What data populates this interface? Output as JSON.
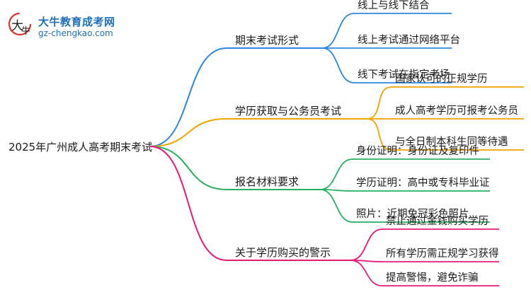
{
  "logo": {
    "title": "大牛教育成考网",
    "url": "gz-chengkao.com"
  },
  "root": "2025年广州成人高考期末考试",
  "branches": [
    {
      "label": "期末考试形式",
      "color": "#2e86de",
      "children": [
        "线上与线下结合",
        "线上考试通过网络平台",
        "线下考试在指定考场"
      ]
    },
    {
      "label": "学历获取与公务员考试",
      "color": "#f0a500",
      "children": [
        "国家认可的正规学历",
        "成人高考学历可报考公务员",
        "与全日制本科生同等待遇"
      ]
    },
    {
      "label": "报名材料要求",
      "color": "#27ae60",
      "children": [
        "身份证明：身份证及复印件",
        "学历证明：高中或专科毕业证",
        "照片：近期免冠彩色照片"
      ]
    },
    {
      "label": "关于学历购买的警示",
      "color": "#e6197a",
      "children": [
        "禁止通过金钱购买学历",
        "所有学历需正规学习获得",
        "提高警惕，避免诈骗"
      ]
    }
  ]
}
